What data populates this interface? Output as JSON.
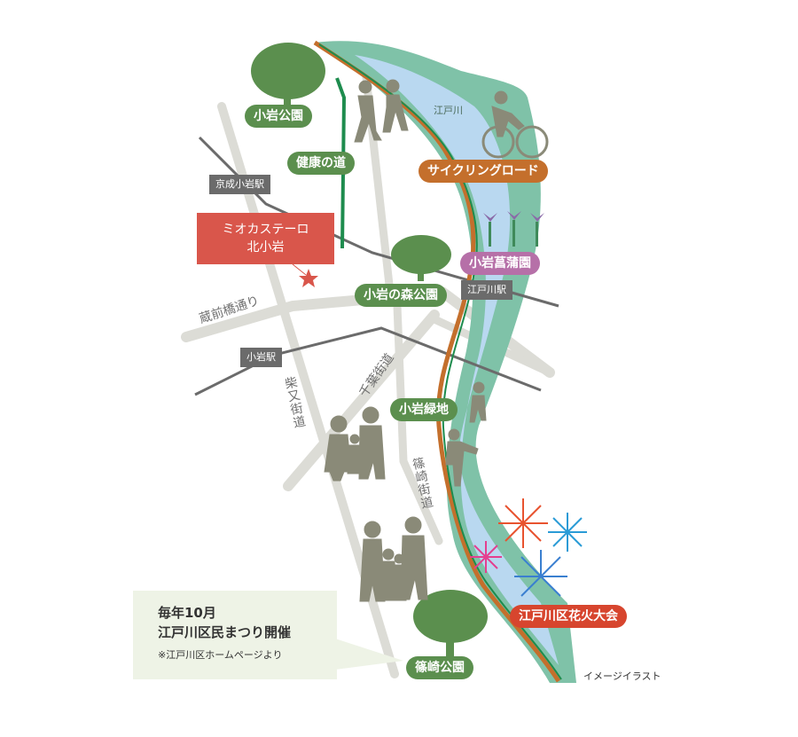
{
  "labels": {
    "river": "江戸川",
    "property_line1": "ミオカステーロ",
    "property_line2": "北小岩",
    "parks": {
      "koiwa_park": "小岩公園",
      "kenko_road": "健康の道",
      "cycling_road": "サイクリングロード",
      "shobuen": "小岩菖蒲園",
      "mori_park": "小岩の森公園",
      "ryokuchi": "小岩緑地",
      "fireworks": "江戸川区花火大会",
      "shinozaki_park": "篠崎公園"
    },
    "stations": {
      "keisei": "京成小岩駅",
      "edogawa": "江戸川駅",
      "koiwa": "小岩駅"
    },
    "roads": {
      "kuramae": "蔵前橋通り",
      "chiba": "千葉街道",
      "shibamata": "柴又街道",
      "shinozaki": "篠崎街道"
    },
    "callout_line1": "毎年10月",
    "callout_line2": "江戸川区民まつり開催",
    "callout_note": "※江戸川区ホームページより",
    "image_note": "イメージイラスト"
  },
  "colors": {
    "river_bank": "#7fc2a8",
    "river_water": "#b9d8f0",
    "path_green": "#1e8c4e",
    "path_orange": "#c46f2c",
    "road": "#dcdcd6",
    "rail": "#6b6b6b",
    "tree": "#5b8f4e",
    "silhouette": "#8a8a78",
    "star": "#d9564b"
  }
}
